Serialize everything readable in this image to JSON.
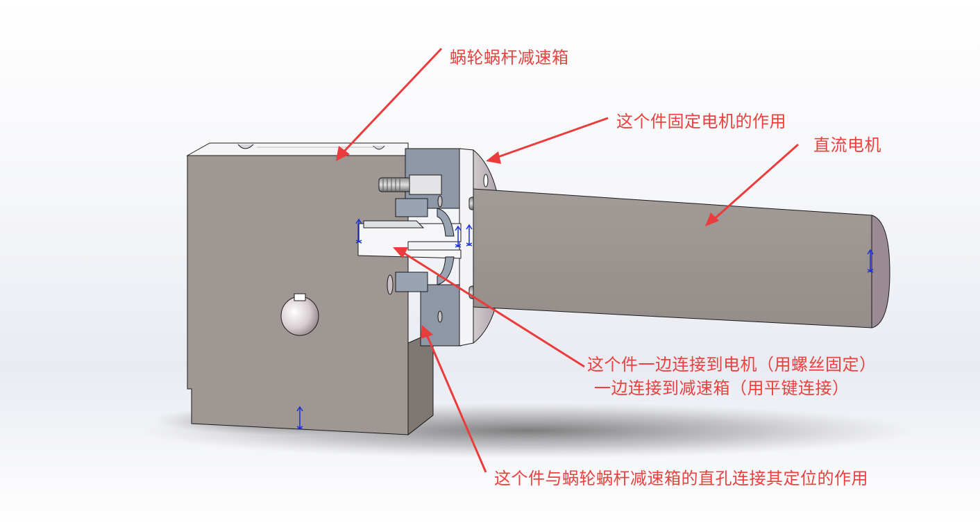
{
  "annotations": {
    "worm_gear_reducer": "蜗轮蜗杆减速箱",
    "motor_mount": "这个件固定电机的作用",
    "dc_motor": "直流电机",
    "coupling_line1": "这个件一边连接到电机（用螺丝固定）",
    "coupling_line2": "一边连接到减速箱（用平键连接）",
    "locator": "这个件与蜗轮蜗杆减速箱的直孔连接其定位的作用"
  },
  "colors": {
    "annotation": "#e8413e",
    "arrow": "#ea3c3c",
    "part_face": "#9f9793",
    "part_side": "#7d7772",
    "part_top": "#f4f4f6",
    "section_blue": "#8e97a6",
    "marker": "#1b2fd6"
  },
  "icons": [
    "arrow-icon",
    "coordinate-marker-icon",
    "keyway-hole-icon"
  ]
}
